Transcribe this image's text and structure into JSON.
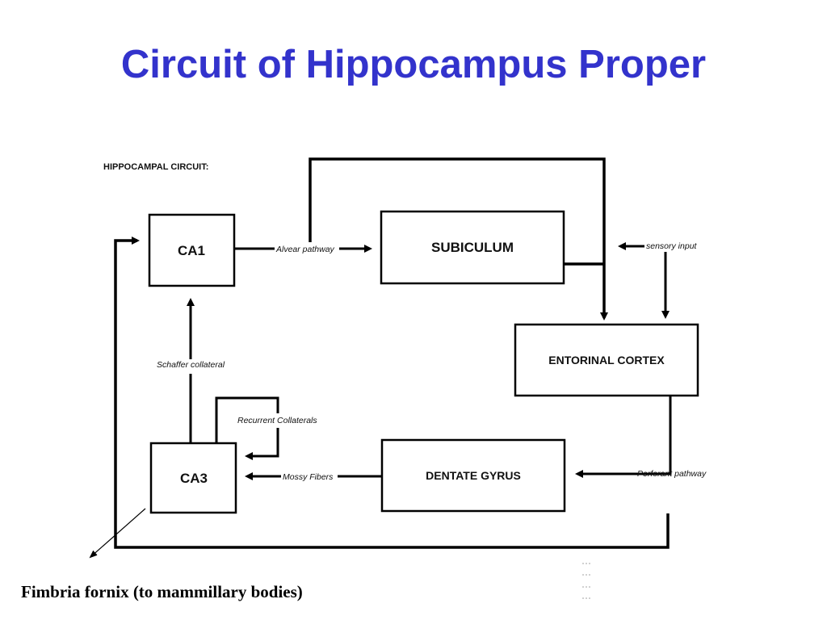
{
  "title": "Circuit of Hippocampus Proper",
  "diagram": {
    "heading": "HIPPOCAMPAL CIRCUIT:",
    "nodes": {
      "ca1": "CA1",
      "subiculum": "SUBICULUM",
      "entorhinal": "ENTORINAL CORTEX",
      "dentate": "DENTATE GYRUS",
      "ca3": "CA3"
    },
    "edges": {
      "alvear": "Alvear pathway",
      "sensory": "sensory input",
      "schaffer": "Schaffer collateral",
      "recurrent": "Recurrent Collaterals",
      "mossy": "Mossy Fibers",
      "perforant": "Perforant pathway"
    }
  },
  "caption": "Fimbria fornix (to mammillary bodies)"
}
